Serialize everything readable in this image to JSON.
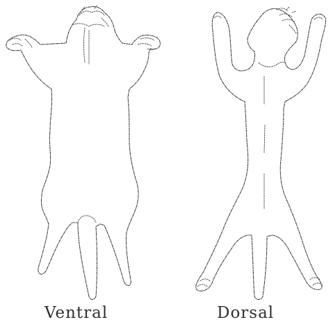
{
  "figures": [
    {
      "id": "ventral",
      "label": "Ventral"
    },
    {
      "id": "dorsal",
      "label": "Dorsal"
    }
  ],
  "colors": {
    "background": "#ffffff",
    "outline": "#3a3a3a",
    "text": "#2f2f2f"
  }
}
